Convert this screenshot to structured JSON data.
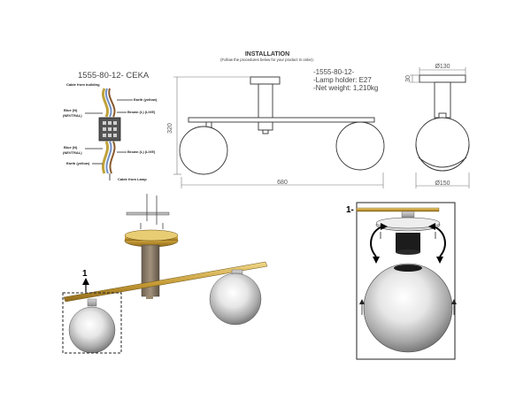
{
  "header": {
    "title": "INSTALLATION",
    "subtitle": "(Follow the procedures below for your product in order)."
  },
  "product": {
    "code_label": "1555-80-12-  CEKA",
    "specs": [
      "-1555-80-12-",
      "-Lamp holder: E27",
      "-Net weight: 1,210kg"
    ]
  },
  "dimensions": {
    "height": "320",
    "width": "680",
    "top_diameter": "Ø130",
    "canopy_depth": "30",
    "globe_diameter": "Ø150"
  },
  "wiring": {
    "cable_from_building": "Cable from building",
    "earth_top": "Earth (yellow)",
    "blue_left_top": "Blue (N)",
    "neutral_left_top": "(NEVTRAL)",
    "brown_right_top": "Brown (L) (LIVE)",
    "blue_left_bottom": "Blue (N)",
    "neutral_left_bottom": "(NEVTRAL)",
    "brown_right_bottom": "Brown (L) (LIVE)",
    "earth_bottom": "Earth (yellow)",
    "cable_from_lamp": "Cable from Lamp"
  },
  "steps": {
    "callout_main": "1",
    "callout_detail": "1-"
  },
  "colors": {
    "line": "#333333",
    "brass": "#c9a54a",
    "bronze": "#8a7a66",
    "glass": "#d9d9d9"
  }
}
